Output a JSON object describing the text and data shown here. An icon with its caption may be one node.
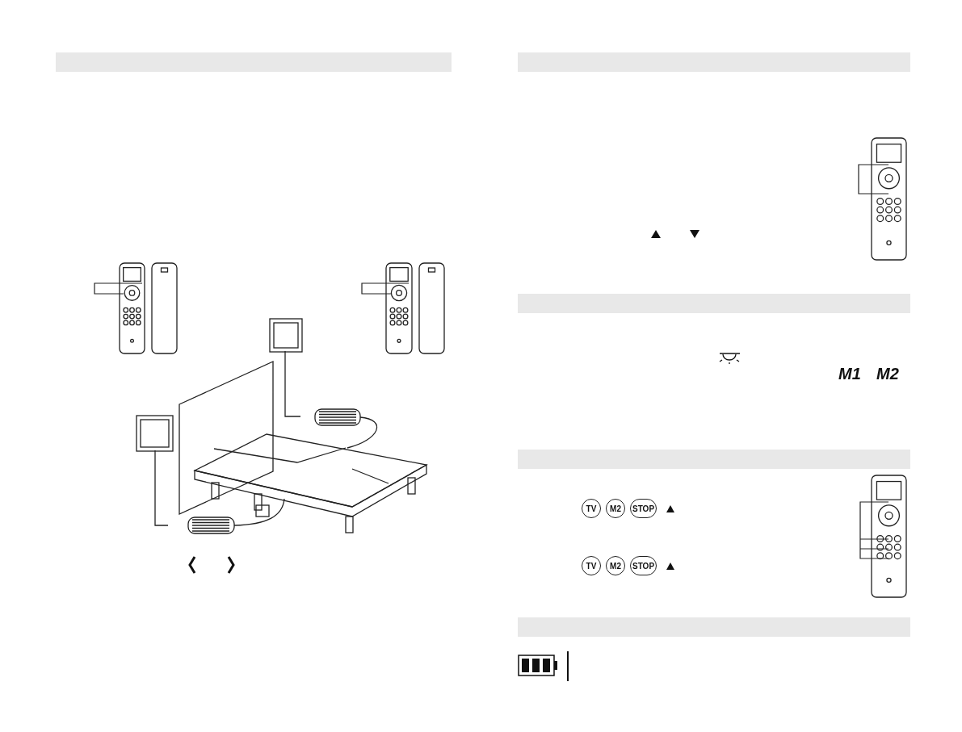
{
  "diagram": {
    "labels": [
      "M1",
      "M2",
      "TV",
      "M2",
      "STOP",
      "TV",
      "M2",
      "STOP"
    ]
  }
}
